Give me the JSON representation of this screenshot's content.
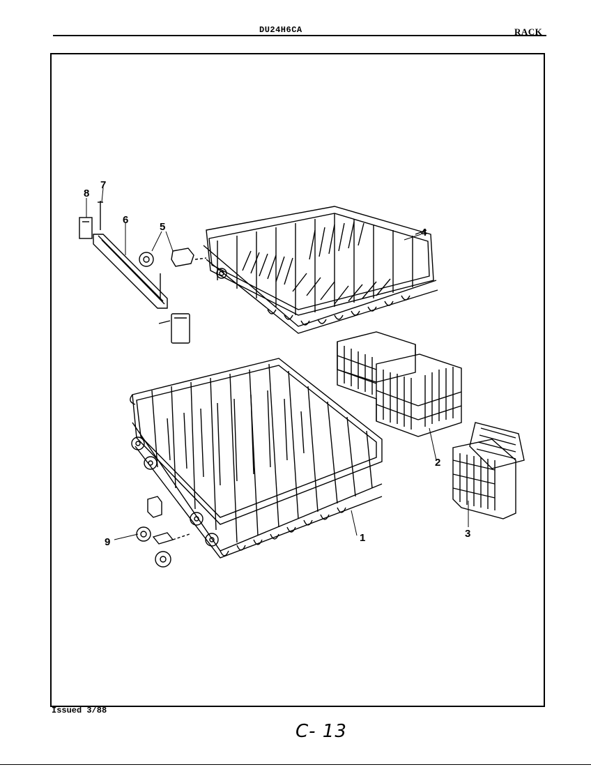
{
  "header": {
    "model": "DU24H6CA",
    "section": "RACK"
  },
  "footer": {
    "issued": "Issued 3/88",
    "page": "C- 13"
  },
  "callouts": {
    "n1": "1",
    "n2": "2",
    "n3": "3",
    "n4": "4",
    "n5": "5",
    "n6": "6",
    "n7": "7",
    "n8": "8",
    "n9": "9"
  }
}
